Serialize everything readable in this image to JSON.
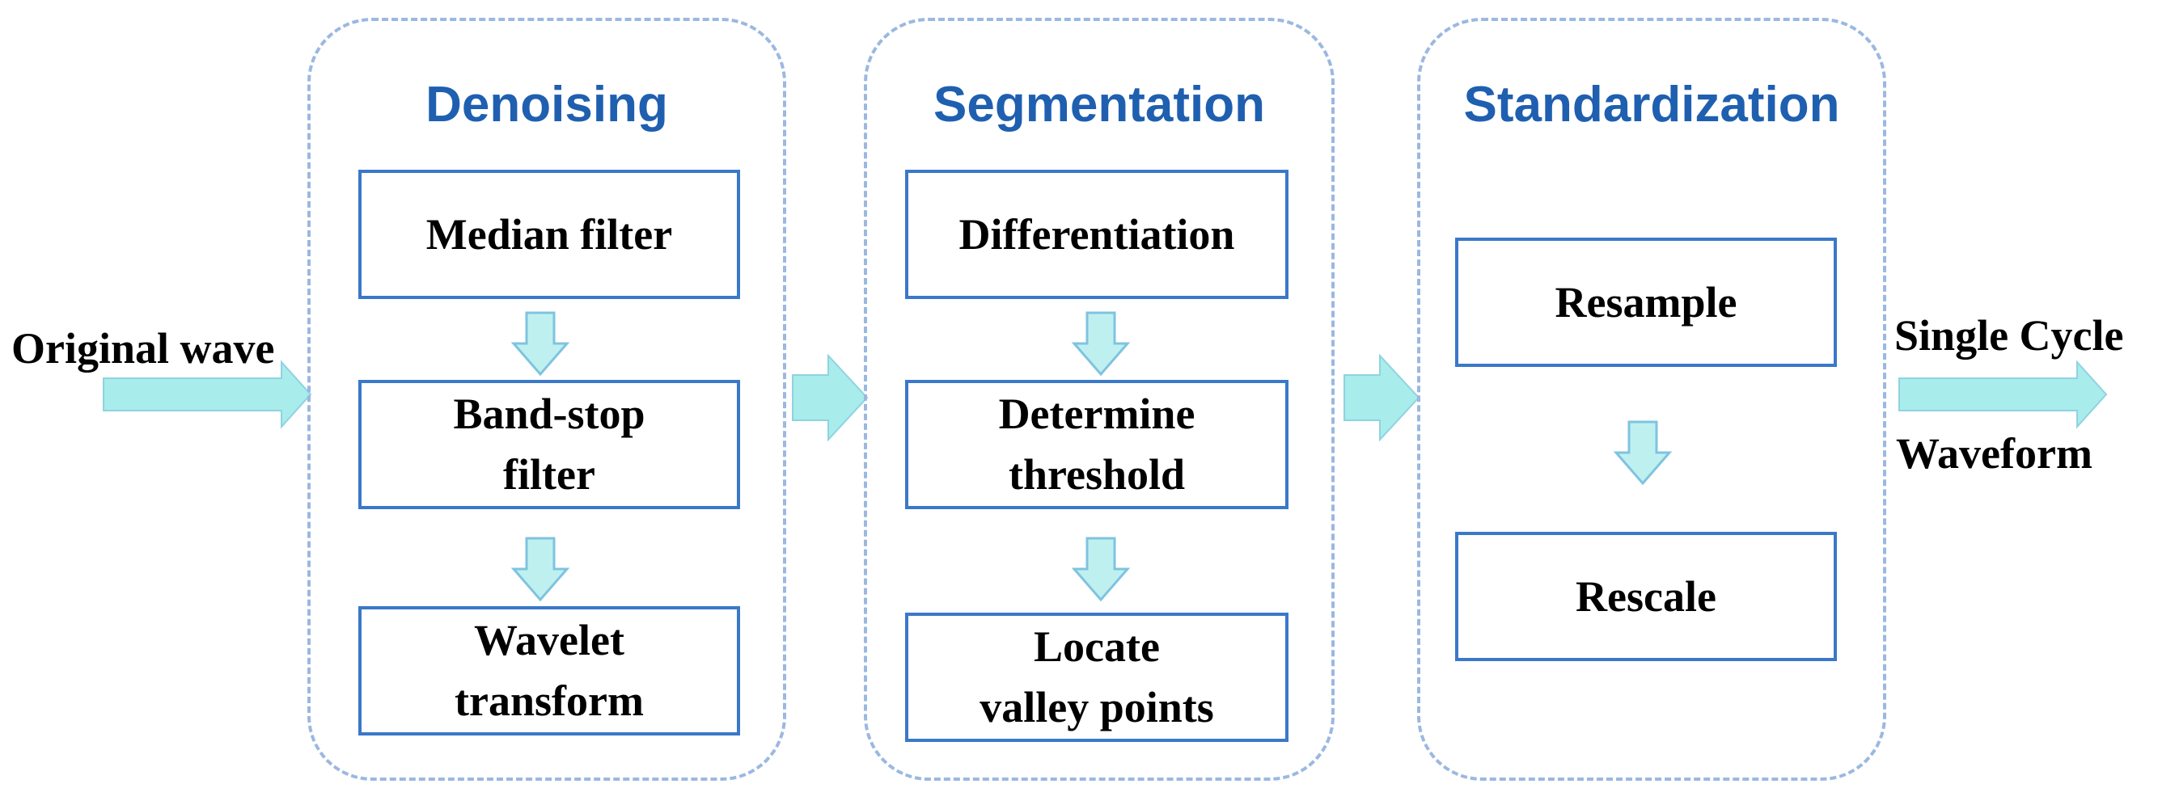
{
  "input_label": "Original wave",
  "output_label_line1": "Single Cycle",
  "output_label_line2": "Waveform",
  "colors": {
    "panel_border": "#9bb8e0",
    "title": "#1f5fb0",
    "box_border": "#3a78c9",
    "arrow_fill": "#a8ecec",
    "arrow_stroke": "#8fd3e0",
    "text": "#000000"
  },
  "stages": [
    {
      "title": "Denoising",
      "steps": [
        "Median filter",
        "Band-stop\nfilter",
        "Wavelet\ntransform"
      ]
    },
    {
      "title": "Segmentation",
      "steps": [
        "Differentiation",
        "Determine\nthreshold",
        "Locate\nvalley points"
      ]
    },
    {
      "title": "Standardization",
      "steps": [
        "Resample",
        "Rescale"
      ]
    }
  ]
}
